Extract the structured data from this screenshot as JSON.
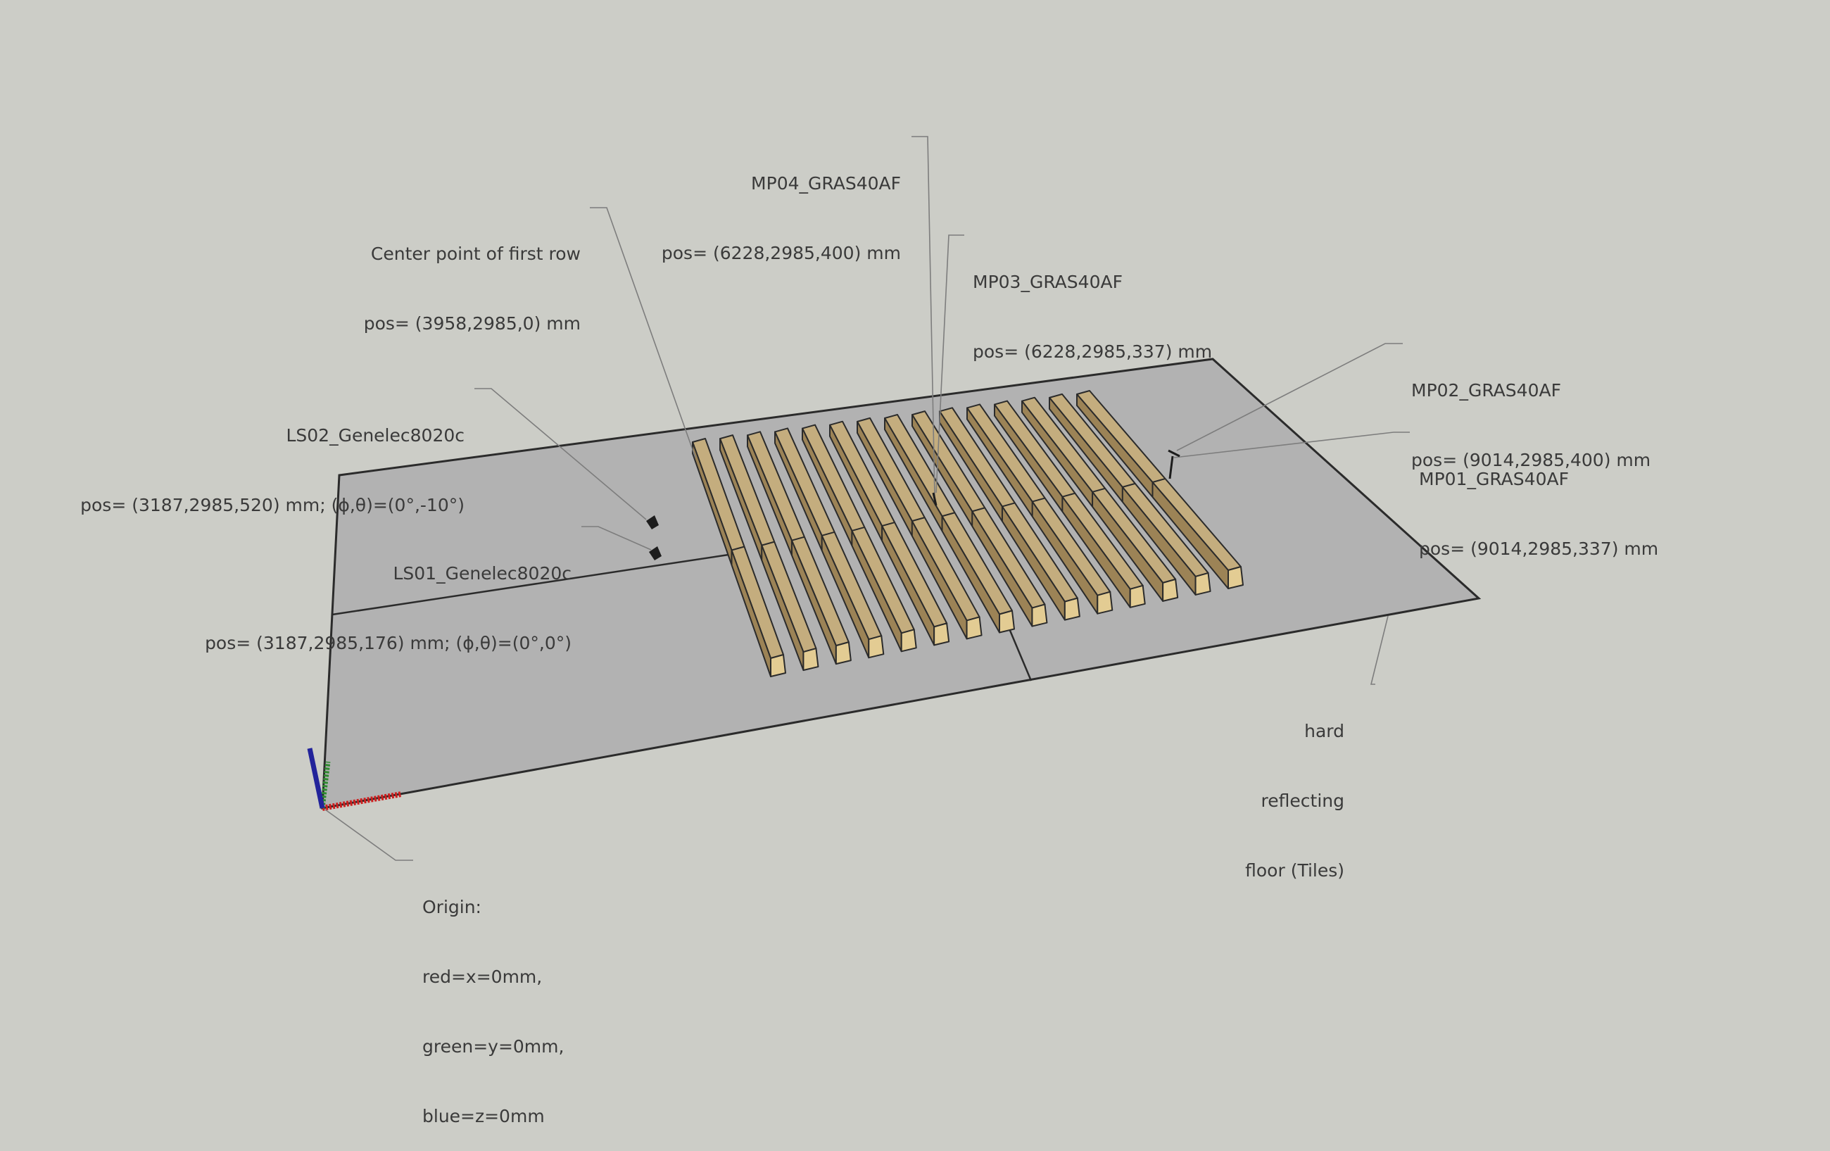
{
  "background": "#cccdc7",
  "colors": {
    "floor": "#b2b2b2",
    "line": "#2b2b2b",
    "leader": "#8a8a8a",
    "wood_top": "#c4ad7e",
    "wood_side": "#9c8356",
    "wood_end": "#e3cc93",
    "axis_red": "#cc1f1f",
    "axis_green": "#2f8a2f",
    "axis_blue": "#22239a"
  },
  "labels": {
    "mp04": {
      "name": "MP04_GRAS40AF",
      "pos": "pos= (6228,2985,400) mm"
    },
    "mp03": {
      "name": "MP03_GRAS40AF",
      "pos": "pos= (6228,2985,337) mm"
    },
    "center": {
      "name": "Center point of first row",
      "pos": "pos= (3958,2985,0) mm"
    },
    "mp02": {
      "name": "MP02_GRAS40AF",
      "pos": "pos= (9014,2985,400) mm"
    },
    "mp01": {
      "name": "MP01_GRAS40AF",
      "pos": "pos= (9014,2985,337) mm"
    },
    "ls02": {
      "name": "LS02_Genelec8020c",
      "pos": "pos= (3187,2985,520) mm; (ϕ,θ)=(0°,-10°)"
    },
    "ls01": {
      "name": "LS01_Genelec8020c",
      "pos": "pos= (3187,2985,176) mm; (ϕ,θ)=(0°,0°)"
    },
    "floor": {
      "line1": "hard",
      "line2": "reflecting",
      "line3": "floor (Tiles)"
    },
    "origin": {
      "line1": "Origin:",
      "line2": "red=x=0mm,",
      "line3": "green=y=0mm,",
      "line4": "blue=z=0mm"
    }
  },
  "icons": {
    "speaker": "speaker-icon",
    "microphone": "microphone-icon",
    "axes": "axes-icon"
  }
}
